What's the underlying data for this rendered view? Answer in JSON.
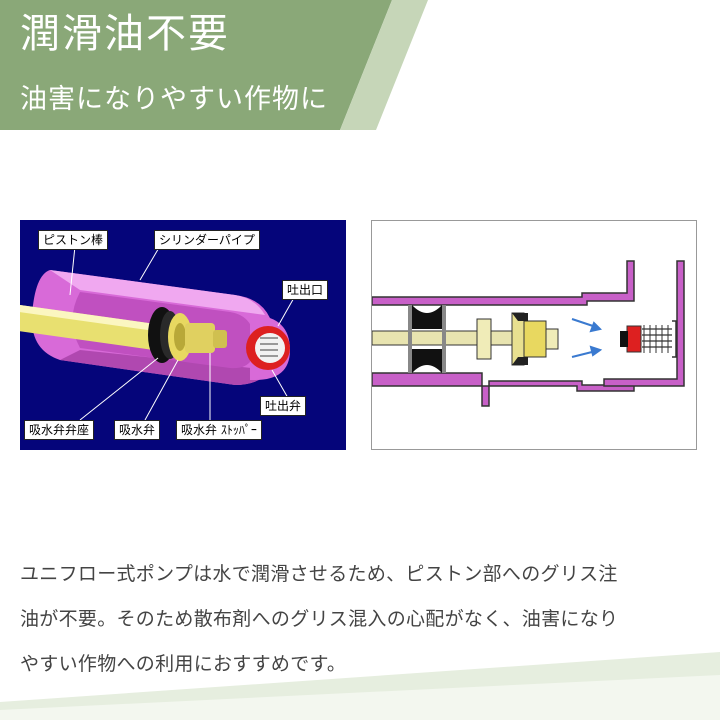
{
  "header": {
    "title": "潤滑油不要",
    "subtitle": "油害になりやすい作物に"
  },
  "figure_left": {
    "labels": {
      "piston_rod": "ピストン棒",
      "cylinder_pipe": "シリンダーパイプ",
      "discharge_port": "吐出口",
      "discharge_valve": "吐出弁",
      "suction_valve_seat": "吸水弁弁座",
      "suction_valve": "吸水弁",
      "suction_valve_stopper": "吸水弁 ｽﾄｯﾊﾟｰ"
    }
  },
  "body": {
    "lines": [
      "ユニフロー式ポンプは水で潤滑させるため、ピストン部へのグリス注",
      "油が不要。そのため散布剤へのグリス混入の心配がなく、油害になり",
      "やすい作物への利用におすすめです。"
    ]
  },
  "colors": {
    "banner_green": "#8aa878",
    "banner_light": "#c9d8bc",
    "figure_bg": "#05057a",
    "pipe_magenta": "#e080e0",
    "text_gray": "#444444"
  }
}
